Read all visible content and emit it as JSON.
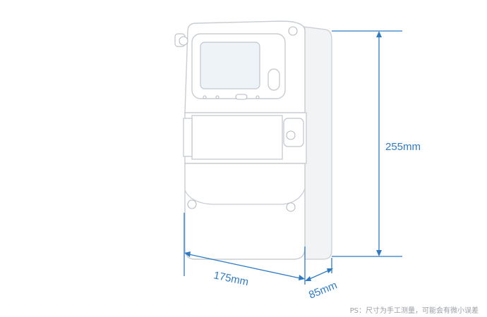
{
  "dimensions": {
    "height_label": "255mm",
    "width_label": "175mm",
    "depth_label": "85mm"
  },
  "note": "PS：尺寸为手工测量，可能会有微小误差",
  "colors": {
    "dimension": "#2e7bc4",
    "outline": "#c9cdd2",
    "note": "#9a9ea4"
  }
}
